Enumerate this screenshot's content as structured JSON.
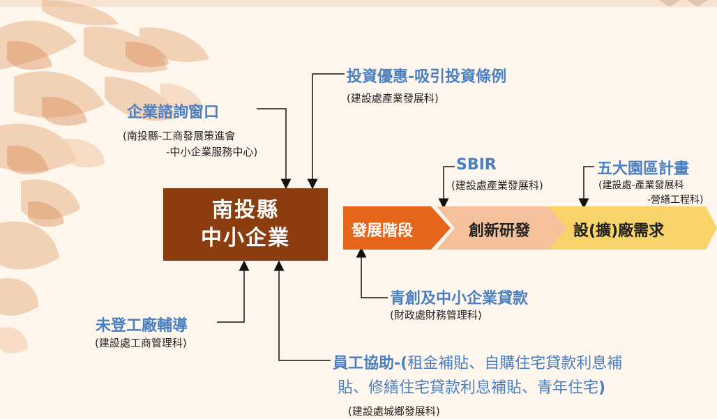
{
  "main_box": {
    "line1": "南投縣",
    "line2": "中小企業"
  },
  "stages": [
    {
      "label": "發展階段",
      "color": "#e5661a",
      "text_color": "#ffffff"
    },
    {
      "label": "創新研發",
      "color": "#f4c19c",
      "text_color": "#222222"
    },
    {
      "label": "設(擴)廠需求",
      "color": "#f7d36a",
      "text_color": "#222222"
    }
  ],
  "investment": {
    "title": "投資優惠-吸引投資條例",
    "sub": "(建設處產業發展科)"
  },
  "consult": {
    "title": "企業諮詢窗口",
    "sub1": "(南投縣-工商發展策進會",
    "sub2": "-中小企業服務中心)"
  },
  "sbir": {
    "title": "SBIR",
    "sub": "(建設處產業發展科)"
  },
  "parks": {
    "title": "五大園區計畫",
    "sub1": "(建設處-產業發展科",
    "sub2": "-營繕工程科)"
  },
  "loan": {
    "title": "青創及中小企業貸款",
    "sub": "(財政處財務管理科)"
  },
  "unregistered": {
    "title": "未登工廠輔導",
    "sub": "(建設處工商管理科)"
  },
  "employee": {
    "title": "員工協助",
    "dash": "-(",
    "line1_rest": "租金補貼、自購住宅貸款利息補",
    "line2": "貼、修繕住宅貸款利息補貼、青年住宅",
    "close": ")",
    "sub": "(建設處城鄉發展科)"
  },
  "colors": {
    "accent_blue": "#4a7fc1",
    "brown": "#8b3d0f",
    "background": "#fff7ee"
  }
}
